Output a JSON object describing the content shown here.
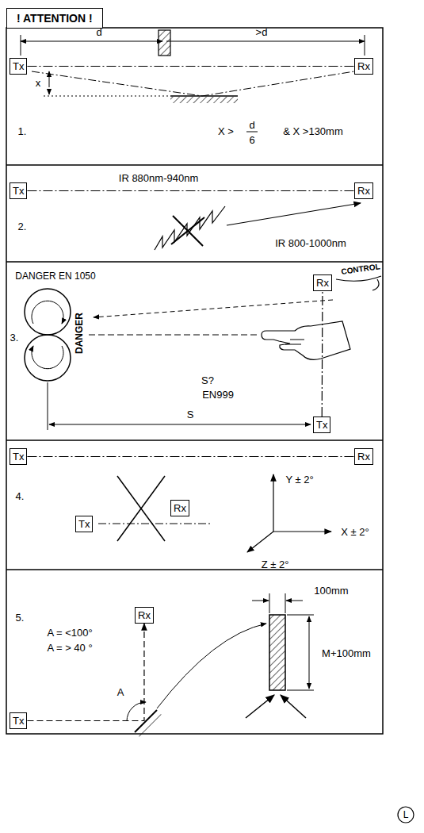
{
  "diagram": {
    "nodes": [
      {
        "text": [
          "! ATTENTION !"
        ]
      },
      {
        "text": [
          "Tx"
        ]
      },
      {
        "text": [
          "Rx"
        ]
      },
      {
        "text": [
          "Tx"
        ]
      },
      {
        "text": [
          "Rx"
        ]
      },
      {
        "text": [
          "Rx"
        ]
      },
      {
        "text": [
          "Tx"
        ]
      },
      {
        "text": [
          "Tx"
        ]
      },
      {
        "text": [
          "Rx"
        ]
      },
      {
        "text": [
          "Tx"
        ]
      },
      {
        "text": [
          "Rx"
        ]
      },
      {
        "text": [
          "Rx"
        ]
      },
      {
        "text": [
          "Tx"
        ]
      }
    ],
    "edges": [
      {
        "from": 1,
        "to": 2,
        "arrow": "none"
      },
      {
        "from": 3,
        "to": 4,
        "arrow": "none"
      },
      {
        "from": 6,
        "to": 5,
        "arrow": "none"
      },
      {
        "from": 7,
        "to": 8,
        "arrow": "none"
      },
      {
        "from": 12,
        "to": 11,
        "arrow": "to"
      }
    ],
    "labels": [
      "d",
      ">d",
      "x",
      "1.",
      "X >",
      "d",
      "6",
      "& X >130mm",
      "IR 880nm-940nm",
      "2.",
      "IR 800-1000nm",
      "DANGER EN 1050",
      "3.",
      "DANGER",
      "CONTROL",
      "S?",
      "EN999",
      "S",
      "4.",
      "Y ± 2°",
      "X ± 2°",
      "Z ± 2°",
      "5.",
      "A = <100°",
      "A = > 40 °",
      "A",
      "100mm",
      "M+100mm",
      "L"
    ]
  }
}
